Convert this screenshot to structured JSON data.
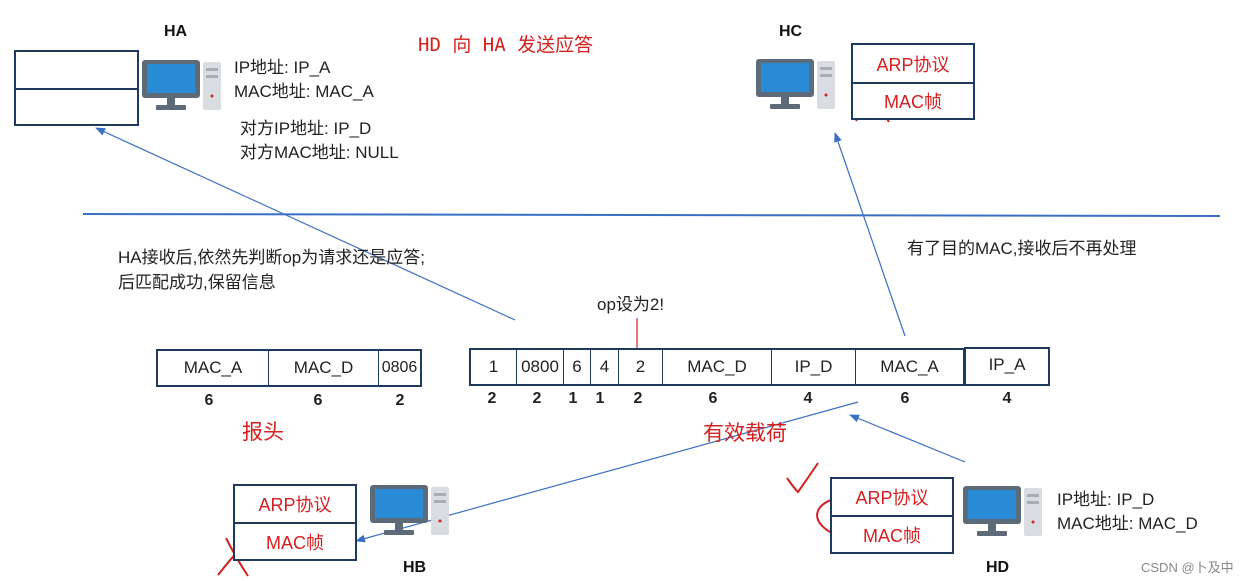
{
  "title": "HD 向 HA 发送应答",
  "hosts": {
    "ha": {
      "label": "HA",
      "ip_line": "IP地址: IP_A",
      "mac_line": "MAC地址: MAC_A",
      "peer_ip_line": "对方IP地址: IP_D",
      "peer_mac_line": "对方MAC地址: NULL"
    },
    "hb": {
      "label": "HB"
    },
    "hc": {
      "label": "HC"
    },
    "hd": {
      "label": "HD",
      "ip_line": "IP地址: IP_D",
      "mac_line": "MAC地址: MAC_D"
    }
  },
  "protocol_stack": {
    "arp": "ARP协议",
    "mac": "MAC帧"
  },
  "notes": {
    "ha_receive_1": "HA接收后,依然先判断op为请求还是应答;",
    "ha_receive_2": "后匹配成功,保留信息",
    "hc_note": "有了目的MAC,接收后不再处理",
    "op_note": "op设为2!"
  },
  "header": {
    "label": "报头",
    "fields": [
      "MAC_A",
      "MAC_D",
      "0806"
    ],
    "sizes": [
      "6",
      "6",
      "2"
    ]
  },
  "payload": {
    "label": "有效载荷",
    "fields": [
      "1",
      "0800",
      "6",
      "4",
      "2",
      "MAC_D",
      "IP_D",
      "MAC_A",
      "IP_A"
    ],
    "sizes": [
      "2",
      "2",
      "1",
      "1",
      "2",
      "6",
      "4",
      "6",
      "4"
    ]
  },
  "watermark": "CSDN @卜及中",
  "colors": {
    "accent_red": "#d42020",
    "line_blue": "#3b6fc4",
    "box_border": "#1f3a5f"
  }
}
